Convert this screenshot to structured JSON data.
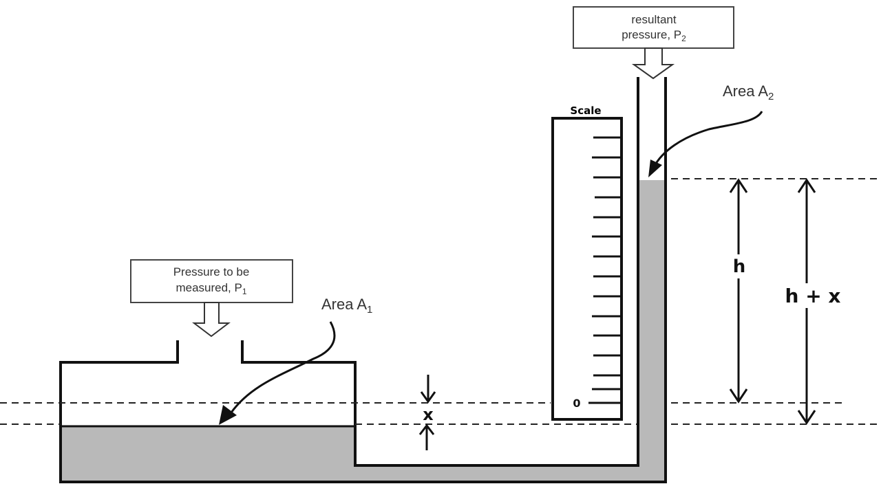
{
  "colors": {
    "liquid": "#b9b9b9",
    "line": "#111111",
    "dash": "#222222",
    "text": "#333333"
  },
  "diagram": {
    "pressure_in": {
      "line1": "Pressure to be",
      "line2": "measured, P",
      "sub": "1"
    },
    "pressure_out": {
      "line1": "resultant",
      "line2": "pressure, P",
      "sub": "2"
    },
    "area1": {
      "text": "Area A",
      "sub": "1"
    },
    "area2": {
      "text": "Area A",
      "sub": "2"
    },
    "scale_title": "Scale",
    "scale_zero": "0",
    "dim_h": "h",
    "dim_hx": "h + x",
    "dim_x": "x"
  }
}
